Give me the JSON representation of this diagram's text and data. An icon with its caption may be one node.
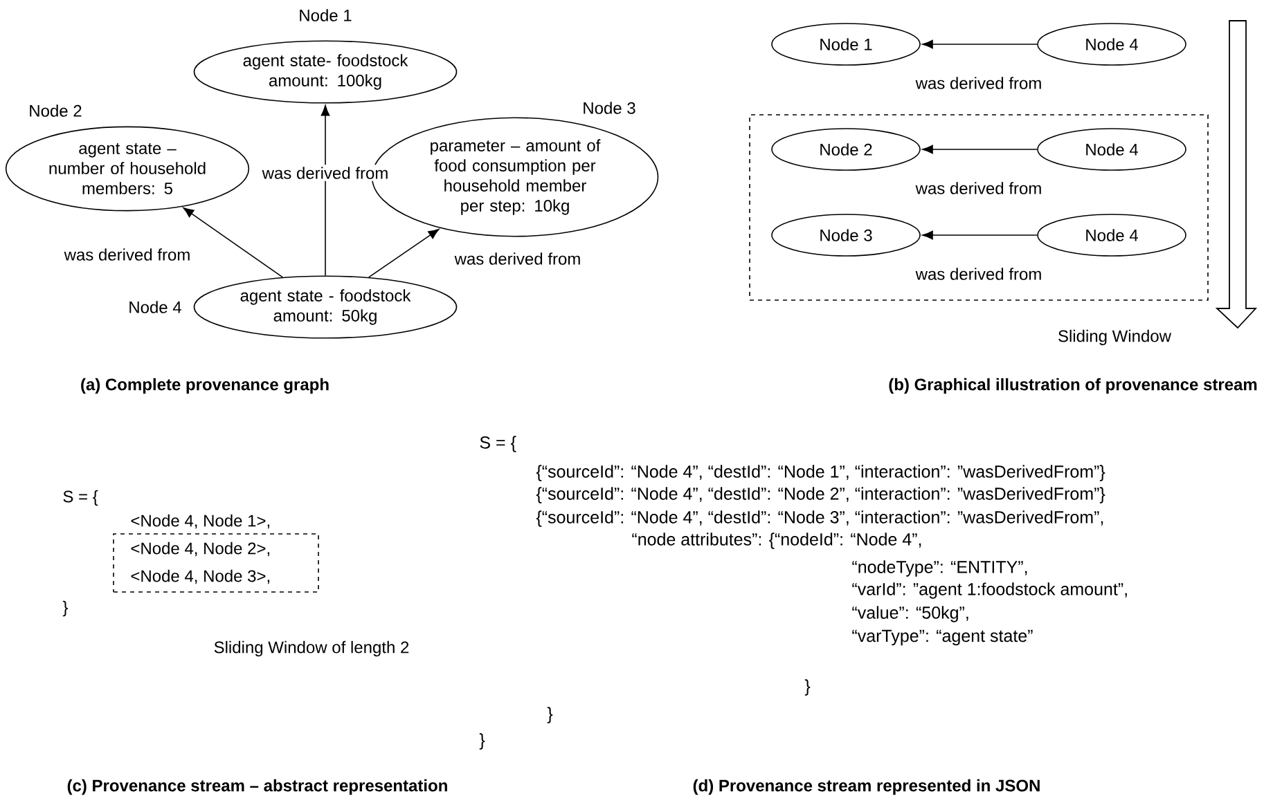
{
  "diagram": {
    "nodes": [
      {
        "text": [
          "Node 1",
          "agent state- foodstock amount: 100kg"
        ]
      },
      {
        "text": [
          "Node 2",
          "agent state – number of household members: 5"
        ]
      },
      {
        "text": [
          "Node 3",
          "parameter – amount of food consumption per household member per step: 10kg"
        ]
      },
      {
        "text": [
          "Node 4",
          "agent state - foodstock amount: 50kg"
        ]
      },
      {
        "text": [
          "Node 1"
        ]
      },
      {
        "text": [
          "Node 4"
        ]
      },
      {
        "text": [],
        "shape": "box"
      },
      {
        "text": [
          "Node 2"
        ],
        "in": 6
      },
      {
        "text": [
          "Node 4"
        ],
        "in": 6
      },
      {
        "text": [
          "Node 3"
        ],
        "in": 6
      },
      {
        "text": [
          "Node 4"
        ],
        "in": 6
      },
      {
        "text": [
          "<Node 4, Node 2>,",
          "<Node 4, Node 3>,"
        ]
      }
    ],
    "edges": [
      {
        "from": 3,
        "to": 0,
        "arrow": "to",
        "label": "was derived from"
      },
      {
        "from": 3,
        "to": 1,
        "arrow": "to",
        "label": "was derived from"
      },
      {
        "from": 3,
        "to": 2,
        "arrow": "to",
        "label": "was derived from"
      },
      {
        "from": 5,
        "to": 4,
        "arrow": "to",
        "label": "was derived from"
      },
      {
        "from": 8,
        "to": 7,
        "arrow": "to",
        "label": "was derived from"
      },
      {
        "from": 10,
        "to": 9,
        "arrow": "to",
        "label": "was derived from"
      }
    ],
    "labels": [
      "Sliding Window",
      "(a) Complete provenance graph",
      "(b) Graphical illustration of provenance stream",
      "S = {",
      "<Node 4, Node 1>,",
      "}",
      "Sliding Window of length 2",
      "S = {",
      "{“sourceId”: “Node 4”, “destId”: “Node 1”, “interaction”: ”wasDerivedFrom”}",
      "{“sourceId”: “Node 4”, “destId”: “Node 2”, “interaction”: ”wasDerivedFrom”}",
      "{“sourceId”: “Node 4”, “destId”: “Node 3”, “interaction”: ”wasDerivedFrom”,",
      "“node attributes”: {“nodeId”: “Node 4”,",
      "“nodeType”: “ENTITY”,",
      "“varId”: ”agent 1:foodstock amount”,",
      "“value”: “50kg”,",
      "“varType”: “agent state”",
      "}",
      "}",
      "}",
      "(c) Provenance stream – abstract representation",
      "(d) Provenance stream represented in JSON"
    ]
  }
}
